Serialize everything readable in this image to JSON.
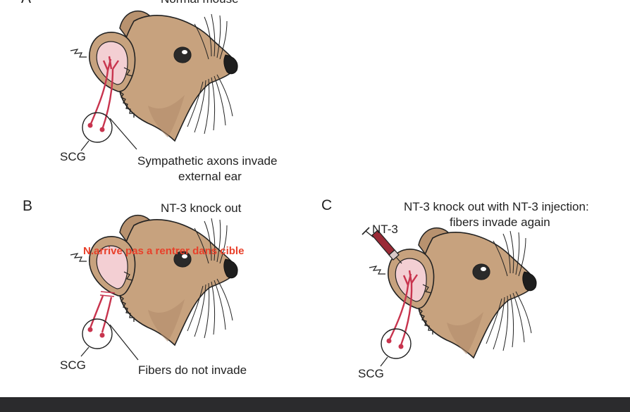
{
  "panels": {
    "a": {
      "letter": "A",
      "title": "Normal mouse",
      "ganglion_label": "SCG",
      "caption_line1": "Sympathetic axons invade",
      "caption_line2": "external ear"
    },
    "b": {
      "letter": "B",
      "title": "NT-3 knock out",
      "ganglion_label": "SCG",
      "caption": "Fibers do not invade",
      "annotation": "N.arrive pas a rentrer dans cible"
    },
    "c": {
      "letter": "C",
      "title_line1": "NT-3 knock out with NT-3 injection:",
      "title_line2": "fibers invade again",
      "syringe_label": "NT-3",
      "ganglion_label": "SCG"
    }
  },
  "colors": {
    "fur": "#c7a27e",
    "fur_shade": "#b08b69",
    "ear_inner": "#f3cfd3",
    "axon": "#c8344e",
    "annotation": "#e8402a",
    "bottom_bar": "#2b2b2d"
  }
}
